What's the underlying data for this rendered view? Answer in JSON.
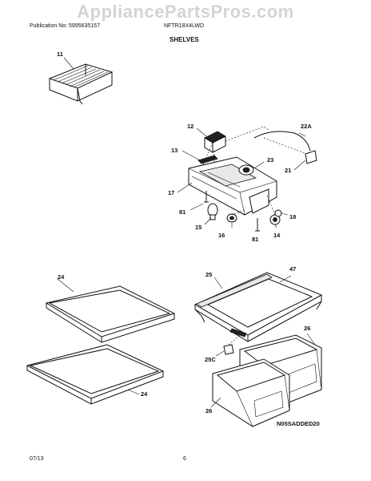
{
  "watermark": "AppliancePartsPros.com",
  "header": {
    "publication": "Publication No: 5995635157",
    "model": "NFTR18X4LWD",
    "section_title": "SHELVES"
  },
  "callouts": {
    "c11": "11",
    "c12": "12",
    "c13": "13",
    "c22a": "22A",
    "c23": "23",
    "c21": "21",
    "c17": "17",
    "c81a": "81",
    "c15": "15",
    "c16": "16",
    "c81b": "81",
    "c14": "14",
    "c18": "18",
    "c24a": "24",
    "c24b": "24",
    "c25": "25",
    "c47": "47",
    "c26a": "26",
    "c25c": "25C",
    "c26b": "26"
  },
  "diagram_code": "N05SADDED20",
  "footer": {
    "date": "07/13",
    "page": "6"
  }
}
